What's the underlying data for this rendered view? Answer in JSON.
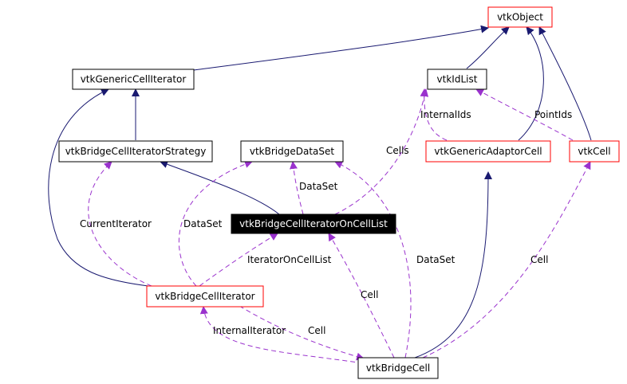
{
  "colors": {
    "inheritance_edge": "#191970",
    "usage_edge": "#9a32cd",
    "documented_border": "#ff0000",
    "plain_border": "#000000",
    "highlight_fill": "#000000",
    "highlight_text": "#ffffff"
  },
  "nodes": {
    "vtkObject": {
      "label": "vtkObject",
      "style": "documented"
    },
    "vtkGenericCellIterator": {
      "label": "vtkGenericCellIterator",
      "style": "plain"
    },
    "vtkIdList": {
      "label": "vtkIdList",
      "style": "plain"
    },
    "vtkBridgeCellIteratorStrategy": {
      "label": "vtkBridgeCellIteratorStrategy",
      "style": "plain"
    },
    "vtkBridgeDataSet": {
      "label": "vtkBridgeDataSet",
      "style": "plain"
    },
    "vtkGenericAdaptorCell": {
      "label": "vtkGenericAdaptorCell",
      "style": "documented"
    },
    "vtkCell": {
      "label": "vtkCell",
      "style": "documented"
    },
    "vtkBridgeCellIteratorOnCellList": {
      "label": "vtkBridgeCellIteratorOnCellList",
      "style": "highlight"
    },
    "vtkBridgeCellIterator": {
      "label": "vtkBridgeCellIterator",
      "style": "documented"
    },
    "vtkBridgeCell": {
      "label": "vtkBridgeCell",
      "style": "plain"
    }
  },
  "edge_labels": {
    "internal_ids": "InternalIds",
    "point_ids": "PointIds",
    "cells": "Cells",
    "data_set_upper": "DataSet",
    "current_iterator": "CurrentIterator",
    "data_set_left": "DataSet",
    "iterator_on_cell_list": "IteratorOnCellList",
    "data_set_right": "DataSet",
    "cell_right": "Cell",
    "cell_middle": "Cell",
    "internal_iterator": "InternalIterator",
    "cell_lower": "Cell"
  },
  "edges": [
    {
      "from": "vtkGenericCellIterator",
      "to": "vtkObject",
      "kind": "inheritance"
    },
    {
      "from": "vtkIdList",
      "to": "vtkObject",
      "kind": "inheritance"
    },
    {
      "from": "vtkGenericAdaptorCell",
      "to": "vtkObject",
      "kind": "inheritance"
    },
    {
      "from": "vtkCell",
      "to": "vtkObject",
      "kind": "inheritance"
    },
    {
      "from": "vtkBridgeCellIteratorStrategy",
      "to": "vtkGenericCellIterator",
      "kind": "inheritance"
    },
    {
      "from": "vtkBridgeCellIterator",
      "to": "vtkGenericCellIterator",
      "kind": "inheritance"
    },
    {
      "from": "vtkBridgeCellIteratorOnCellList",
      "to": "vtkBridgeCellIteratorStrategy",
      "kind": "inheritance"
    },
    {
      "from": "vtkBridgeCell",
      "to": "vtkGenericAdaptorCell",
      "kind": "inheritance"
    },
    {
      "from": "vtkGenericAdaptorCell",
      "to": "vtkIdList",
      "kind": "usage",
      "label": "InternalIds"
    },
    {
      "from": "vtkCell",
      "to": "vtkIdList",
      "kind": "usage",
      "label": "PointIds"
    },
    {
      "from": "vtkBridgeCellIteratorOnCellList",
      "to": "vtkIdList",
      "kind": "usage",
      "label": "Cells"
    },
    {
      "from": "vtkBridgeCellIteratorOnCellList",
      "to": "vtkBridgeDataSet",
      "kind": "usage",
      "label": "DataSet"
    },
    {
      "from": "vtkBridgeCellIterator",
      "to": "vtkBridgeCellIteratorStrategy",
      "kind": "usage",
      "label": "CurrentIterator"
    },
    {
      "from": "vtkBridgeCellIterator",
      "to": "vtkBridgeDataSet",
      "kind": "usage",
      "label": "DataSet"
    },
    {
      "from": "vtkBridgeCellIterator",
      "to": "vtkBridgeCellIteratorOnCellList",
      "kind": "usage",
      "label": "IteratorOnCellList"
    },
    {
      "from": "vtkBridgeCell",
      "to": "vtkBridgeDataSet",
      "kind": "usage",
      "label": "DataSet"
    },
    {
      "from": "vtkBridgeCell",
      "to": "vtkCell",
      "kind": "usage",
      "label": "Cell"
    },
    {
      "from": "vtkBridgeCell",
      "to": "vtkBridgeCellIteratorOnCellList",
      "kind": "usage",
      "label": "Cell"
    },
    {
      "from": "vtkBridgeCell",
      "to": "vtkBridgeCellIterator",
      "kind": "usage",
      "label": "InternalIterator"
    },
    {
      "from": "vtkBridgeCellIterator",
      "to": "vtkBridgeCell",
      "kind": "usage",
      "label": "Cell"
    }
  ]
}
